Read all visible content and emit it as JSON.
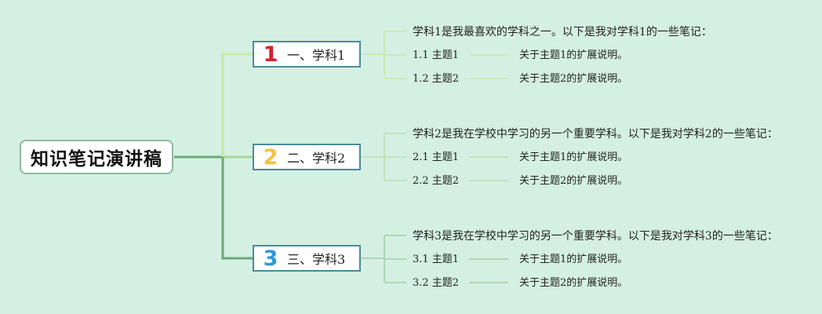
{
  "root": {
    "title": "知识笔记演讲稿"
  },
  "branches": [
    {
      "number": "1",
      "label": "一、学科1",
      "color": "#d6212e",
      "note": "学科1是我最喜欢的学科之一。以下是我对学科1的一些笔记：",
      "topics": [
        {
          "label": "1.1 主题1",
          "detail": "关于主题1的扩展说明。"
        },
        {
          "label": "1.2 主题2",
          "detail": "关于主题2的扩展说明。"
        }
      ]
    },
    {
      "number": "2",
      "label": "二、学科2",
      "color": "#f3c33c",
      "note": "学科2是我在学校中学习的另一个重要学科。以下是我对学科2的一些笔记：",
      "topics": [
        {
          "label": "2.1 主题1",
          "detail": "关于主题1的扩展说明。"
        },
        {
          "label": "2.2 主题2",
          "detail": "关于主题2的扩展说明。"
        }
      ]
    },
    {
      "number": "3",
      "label": "三、学科3",
      "color": "#2a9ad6",
      "note": "学科3是我在学校中学习的另一个重要学科。以下是我对学科3的一些笔记：",
      "topics": [
        {
          "label": "3.1 主题1",
          "detail": "关于主题1的扩展说明。"
        },
        {
          "label": "3.2 主题2",
          "detail": "关于主题2的扩展说明。"
        }
      ]
    }
  ],
  "colors": {
    "background": "#d4f0e2",
    "connector_light": "#c9e8a4",
    "connector_mid": "#a8d69a",
    "connector_dark": "#6aa879",
    "leaf_line": "#b8e0b0"
  }
}
